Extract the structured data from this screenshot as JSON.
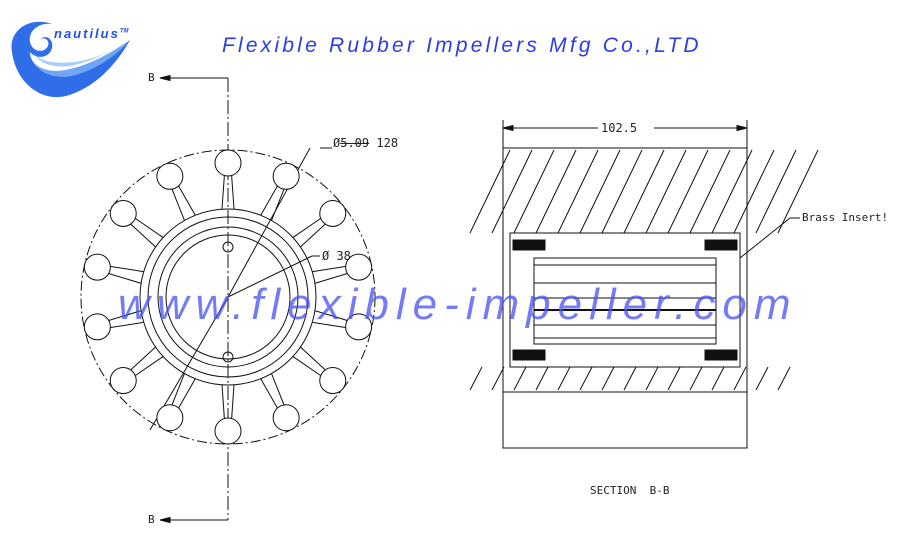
{
  "header": {
    "logo_text": "nautilus",
    "logo_tm": "TM",
    "title": "Flexible Rubber Impellers Mfg Co.,LTD"
  },
  "watermark": "www.flexible-impeller.com",
  "front_view": {
    "section_marker_top": "B",
    "section_marker_bottom": "B",
    "outer_diameter_label": "Ø",
    "outer_diameter_struck": "5.09",
    "outer_diameter_value": "128",
    "inner_diameter_label": "Ø 38",
    "blade_count": 14
  },
  "section_view": {
    "width_dimension": "102.5",
    "callout": "Brass Insert!",
    "caption": "SECTION  B-B"
  },
  "colors": {
    "title_blue": "#2a3de8",
    "watermark_blue": "#4650f0",
    "line": "#111111"
  }
}
